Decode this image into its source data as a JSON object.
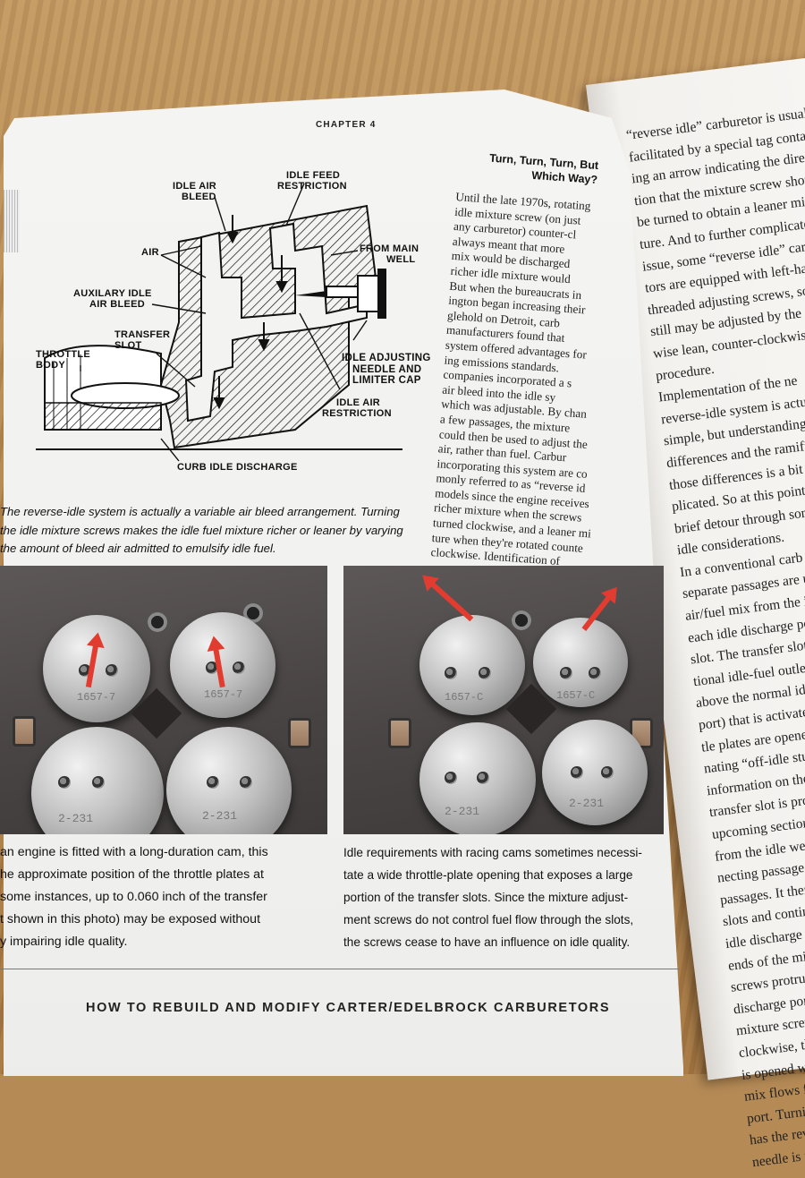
{
  "chapter": "CHAPTER 4",
  "diagram": {
    "labels": {
      "idle_air_bleed": [
        "IDLE AIR",
        "BLEED"
      ],
      "idle_feed_restriction": [
        "IDLE FEED",
        "RESTRICTION"
      ],
      "air": "AIR",
      "from_main_well": [
        "FROM MAIN",
        "WELL"
      ],
      "auxilary_idle_air_bleed": [
        "AUXILARY IDLE",
        "AIR BLEED"
      ],
      "transfer_slot": [
        "TRANSFER",
        "SLOT"
      ],
      "throttle_body": [
        "THROTTLE",
        "BODY"
      ],
      "idle_adjusting": [
        "IDLE ADJUSTING",
        "NEEDLE AND",
        "LIMITER CAP"
      ],
      "idle_air_restriction": [
        "IDLE AIR",
        "RESTRICTION"
      ],
      "curb_idle_discharge": "CURB IDLE DISCHARGE"
    }
  },
  "caption_diagram": [
    "The reverse-idle system is actually a variable air bleed arrangement. Turning",
    "the idle mixture screws makes the idle fuel mixture richer or leaner by varying",
    "the amount of bleed air admitted to emulsify idle fuel."
  ],
  "sidebar_heading": [
    "Turn, Turn, Turn, But",
    "Which Way?"
  ],
  "main_text": [
    "Until the late 1970s, rotating",
    "idle mixture screw (on just",
    "any carburetor) counter-cl",
    "always meant that more",
    "mix would be discharged",
    "richer idle mixture would",
    "But when the bureaucrats in",
    "ington began increasing their",
    "glehold on Detroit, carb",
    "manufacturers found that",
    "system offered advantages for",
    "ing emissions standards.",
    "companies incorporated a s",
    "air bleed into the idle sy",
    "which was adjustable. By chan",
    "a few passages, the mixture",
    "could then be used to adjust the",
    "air, rather than fuel. Carbur",
    "incorporating this system are co",
    "monly referred to as “reverse id",
    "models since the engine receives",
    "richer mixture when the screws",
    "turned clockwise, and a leaner mi",
    "ture when they're rotated counte",
    "clockwise. Identification of"
  ],
  "right_text": [
    "“reverse idle” carburetor is usually",
    "facilitated by a special tag contain-",
    "ing an arrow indicating the direc-",
    "tion that the mixture screw should",
    "be turned to obtain a leaner mix-",
    "ture. And to further complicate the",
    "issue, some “reverse idle” carbure-",
    "tors are equipped with left-hand",
    "threaded adjusting screws, so they",
    "still may be adjusted by the “clock",
    "wise lean, counter-clockwise rich”",
    "procedure.",
    "Implementation of the ne",
    "reverse-idle system is actually qu",
    "simple, but understanding all",
    "differences and the ramification",
    "those differences is a bit more c",
    "plicated. So at this point, let's t",
    "brief detour through some",
    "idle considerations.",
    "In a conventional carb",
    "separate passages are used to",
    "air/fuel mix from the idle ci",
    "each idle discharge port/",
    "slot. The transfer slot is",
    "tional idle-fuel outlet",
    "above the normal idle",
    "port) that is activated as",
    "tle plates are opened sligh",
    "nating “off-idle stumble.”",
    "information on the func",
    "transfer slot is provi",
    "upcoming section.) Fu",
    "from the idle well and",
    "necting passage into t",
    "passages. It then passe",
    "slots and continues",
    "idle discharge ports",
    "ends of the mixt",
    "screws protrude th",
    "discharge ports. N",
    "mixture screw is r",
    "clockwise, the fuel",
    "is opened wider a",
    "mix flows from t",
    "port. Turning th",
    "has the reverse ef",
    "needle is firmly"
  ],
  "photo_left": {
    "plate_stamps": [
      "1657-7",
      "1657-7",
      "2-231",
      "2-231"
    ]
  },
  "photo_right": {
    "plate_stamps": [
      "1657-C",
      "1657-C",
      "2-231",
      "2-231"
    ]
  },
  "caption_left": [
    "an engine is fitted with a long-duration cam, this",
    "he approximate position of the throttle plates at",
    "some instances, up to 0.060 inch of the transfer",
    "t shown in this photo) may be exposed without",
    "y impairing idle quality."
  ],
  "caption_right": [
    "Idle requirements with racing cams sometimes necessi-",
    "tate a wide throttle-plate opening that exposes a large",
    "portion of the transfer slots. Since the mixture adjust-",
    "ment screws do not control fuel flow through the slots,",
    "the screws cease to have an influence on idle quality."
  ],
  "footer": "HOW TO REBUILD AND MODIFY CARTER/EDELBROCK CARBURETORS",
  "colors": {
    "arrow": "#e23b2f",
    "paper": "#f3f3f1",
    "wood": "#b58a55"
  }
}
